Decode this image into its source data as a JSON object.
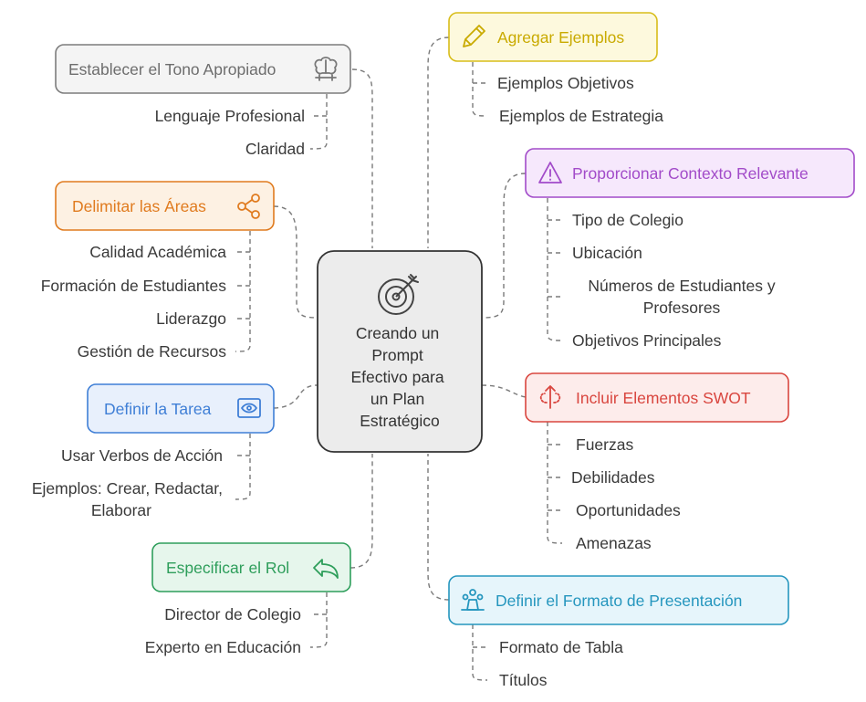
{
  "center": {
    "lines": [
      "Creando un",
      "Prompt",
      "Efectivo para",
      "un Plan",
      "Estratégico"
    ]
  },
  "branches": {
    "tono": {
      "label": "Establecer el Tono Apropiado",
      "items": [
        "Lenguaje Profesional",
        "Claridad"
      ],
      "color": "#7d7d7d",
      "fill": "#f4f4f4",
      "icon": "brain-icon"
    },
    "areas": {
      "label": "Delimitar las Áreas",
      "items": [
        "Calidad Académica",
        "Formación de Estudiantes",
        "Liderazgo",
        "Gestión de Recursos"
      ],
      "color": "#e07b1f",
      "fill": "#fdf1e3",
      "icon": "share-icon"
    },
    "tarea": {
      "label": "Definir la Tarea",
      "items": [
        "Usar Verbos de Acción",
        "Ejemplos: Crear, Redactar,",
        "Elaborar"
      ],
      "color": "#3f7fd6",
      "fill": "#e8f0fc",
      "icon": "eye-icon"
    },
    "rol": {
      "label": "Especificar el Rol",
      "items": [
        "Director de Colegio",
        "Experto en Educación"
      ],
      "color": "#2e9e5b",
      "fill": "#e6f6ec",
      "icon": "reply-arrow-icon"
    },
    "ejemplos": {
      "label": "Agregar Ejemplos",
      "items": [
        "Ejemplos Objetivos",
        "Ejemplos de Estrategia"
      ],
      "color": "#c9aa00",
      "fill": "#fdf9dd",
      "icon": "pencil-icon"
    },
    "contexto": {
      "label": "Proporcionar Contexto Relevante",
      "items": [
        "Tipo de Colegio",
        "Ubicación",
        "Números de Estudiantes y",
        "Profesores",
        "Objetivos Principales"
      ],
      "color": "#a24bc9",
      "fill": "#f6e8fc",
      "icon": "warning-icon"
    },
    "swot": {
      "label": "Incluir Elementos SWOT",
      "items": [
        "Fuerzas",
        "Debilidades",
        "Oportunidades",
        "Amenazas"
      ],
      "color": "#d9463f",
      "fill": "#fdeceb",
      "icon": "growth-arrow-icon"
    },
    "formato": {
      "label": "Definir el Formato de Presentación",
      "items": [
        "Formato de Tabla",
        "Títulos"
      ],
      "color": "#2596be",
      "fill": "#e6f5fb",
      "icon": "presentation-icon"
    }
  },
  "center_icon": "target-icon"
}
